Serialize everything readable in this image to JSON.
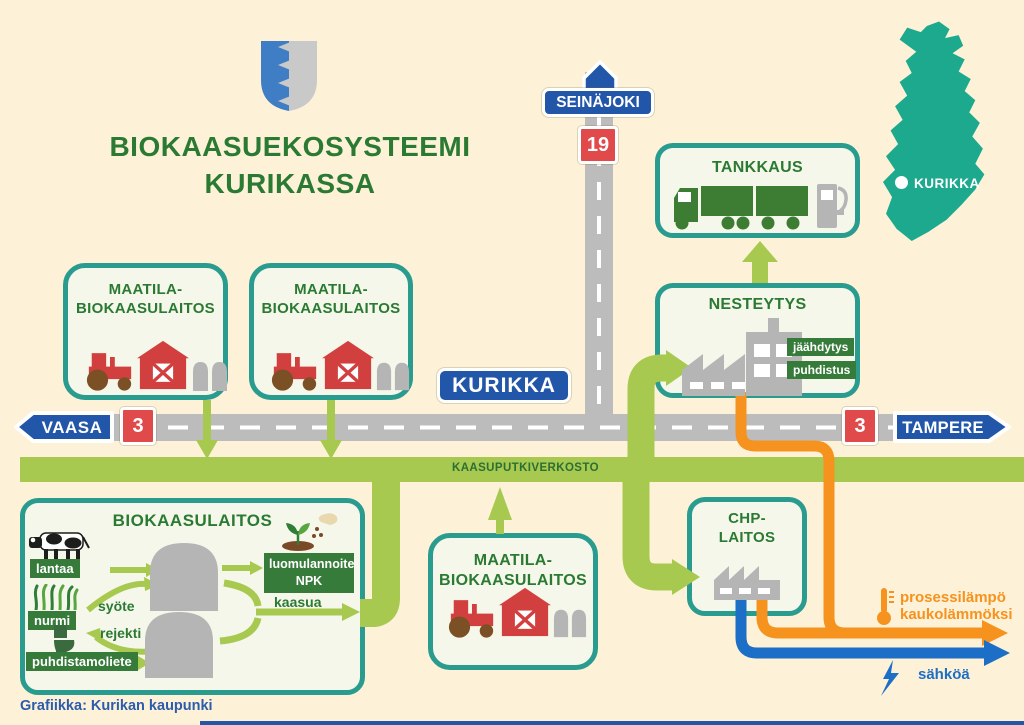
{
  "title": {
    "line1": "BIOKAASUEKOSYSTEEMI",
    "line2": "KURIKASSA"
  },
  "credit": "Grafiikka: Kurikan kaupunki",
  "map": {
    "label": "KURIKKA"
  },
  "signs": {
    "seinajoki": "SEINÄJOKI",
    "route19": "19",
    "kurikka": "KURIKKA",
    "vaasa": "VAASA",
    "route3_left": "3",
    "route3_right": "3",
    "tampere": "TAMPERE"
  },
  "pipe_label": "KAASUPUTKIVERKOSTO",
  "boxes": {
    "farm1": {
      "line1": "MAATILA-",
      "line2": "BIOKAASULAITOS"
    },
    "farm2": {
      "line1": "MAATILA-",
      "line2": "BIOKAASULAITOS"
    },
    "farm3": {
      "line1": "MAATILA-",
      "line2": "BIOKAASULAITOS"
    },
    "tankkaus": {
      "title": "TANKKAUS"
    },
    "nesteytys": {
      "title": "NESTEYTYS",
      "tag1": "jäähdytys",
      "tag2": "puhdistus"
    },
    "chp": {
      "line1": "CHP-",
      "line2": "LAITOS"
    },
    "plant": {
      "title": "BIOKAASULAITOS",
      "input1": "lantaa",
      "input2": "nurmi",
      "input3": "puhdistamoliete",
      "syote": "syöte",
      "rejekti": "rejekti",
      "kaasua": "kaasua",
      "output_line1": "luomulannoite",
      "output_line2": "NPK"
    }
  },
  "outputs": {
    "heat_line1": "prosessilämpö",
    "heat_line2": "kaukolämmöksi",
    "electricity": "sähköä"
  },
  "colors": {
    "background": "#fdf2d7",
    "teal": "#2a9b8f",
    "box_fill": "#f5f7ea",
    "green_text": "#2b7a33",
    "green_label": "#377b3b",
    "pipe_green": "#a7c94f",
    "road_gray": "#bcbcbc",
    "sign_blue": "#2256a8",
    "sign_red": "#e14a4a",
    "heat_orange": "#f6921e",
    "electric_blue": "#1d6ec6",
    "map_teal": "#1ca98e",
    "credit_blue": "#2b5cad",
    "icon_gray": "#b5b5b5",
    "barn_red": "#d23f3f",
    "wheel_brown": "#7a5024",
    "truck_green": "#3c7d33",
    "cow_black": "#1d1d1b"
  }
}
